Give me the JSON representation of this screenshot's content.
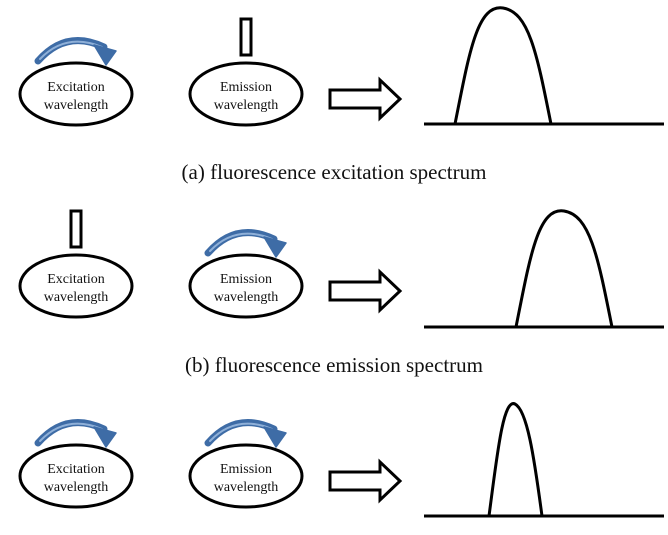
{
  "colors": {
    "stroke": "#000000",
    "scan_arrow": "#3e6ca6",
    "scan_arrow_light": "#8fb0d8",
    "background": "#ffffff"
  },
  "icons": {
    "scan": "curved-scan-arrow-icon",
    "fixed": "fixed-bar-icon",
    "transfer": "hollow-right-arrow-icon"
  },
  "panels": [
    {
      "id": "a",
      "caption": "(a) fluorescence excitation spectrum",
      "excitation": {
        "line1": "Excitation",
        "line2": "wavelength",
        "mode": "scan"
      },
      "emission": {
        "line1": "Emission",
        "line2": "wavelength",
        "mode": "fixed"
      },
      "peak_shape": "broad"
    },
    {
      "id": "b",
      "caption": "(b) fluorescence emission spectrum",
      "excitation": {
        "line1": "Excitation",
        "line2": "wavelength",
        "mode": "fixed"
      },
      "emission": {
        "line1": "Emission",
        "line2": "wavelength",
        "mode": "scan"
      },
      "peak_shape": "broad"
    },
    {
      "id": "c",
      "caption": "",
      "excitation": {
        "line1": "Excitation",
        "line2": "wavelength",
        "mode": "scan"
      },
      "emission": {
        "line1": "Emission",
        "line2": "wavelength",
        "mode": "scan"
      },
      "peak_shape": "narrow"
    }
  ]
}
